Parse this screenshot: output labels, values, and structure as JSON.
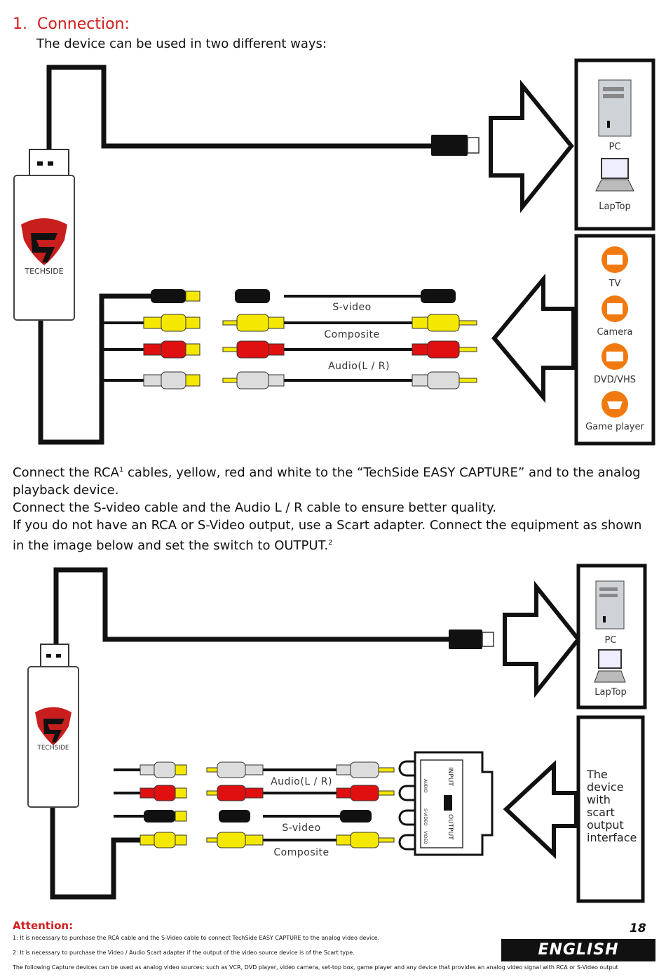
{
  "section": {
    "number": "1.",
    "title": "Connection:"
  },
  "intro": "The device can be used in two different ways:",
  "diagram1": {
    "brand": "TECHSIDE",
    "cable_labels": [
      "S-video",
      "Composite",
      "Audio(L / R)"
    ],
    "pc_devices": [
      "PC",
      "LapTop"
    ],
    "source_devices": [
      "TV",
      "Camera",
      "DVD/VHS",
      "Game player"
    ]
  },
  "instructions": {
    "p1_a": "Connect the RCA",
    "p1_sup": "1",
    "p1_b": " cables, yellow, red and white to the “TechSide EASY CAPTURE” and to the analog playback device.",
    "p2": "Connect the S-video cable and the Audio L / R cable to ensure better quality.",
    "p3_a": "If you do not have an RCA or S-Video output, use a Scart adapter. Connect the equipment as shown in the image below and set the switch to OUTPUT.",
    "p3_sup": "2"
  },
  "diagram2": {
    "brand": "TECHSIDE",
    "cable_labels": [
      "Audio(L / R)",
      "S-video",
      "Composite"
    ],
    "pc_devices": [
      "PC",
      "LapTop"
    ],
    "adapter_labels": {
      "input": "INPUT",
      "output": "OUTPUT",
      "audio": "AUDIO",
      "svideo": "S-VIDEO",
      "video": "VIDEO"
    },
    "scart_device": [
      "The",
      "device",
      "with",
      "scart",
      "output",
      "interface"
    ]
  },
  "attention": {
    "title": "Attention:",
    "note1": "1: It is necessary to purchase the RCA cable and the S-Video cable to connect TechSide EASY CAPTURE to the analog video device.",
    "note2": "2: It is necessary to purchase the Video / Audio Scart adapter if the output of the video source device is of the Scart type.",
    "note3": "The following Capture devices can be used as analog video sources: such as VCR, DVD player, video camera, set-top box, game player and any device that provides an analog video signal with RCA or S-Video output"
  },
  "footer": {
    "page": "18",
    "language": "ENGLISH"
  },
  "colors": {
    "heading": "#d21e1e",
    "yellow": "#f5e800",
    "red": "#e01010",
    "white": "#dcdcdc",
    "black": "#111111",
    "orange": "#f07a10"
  }
}
